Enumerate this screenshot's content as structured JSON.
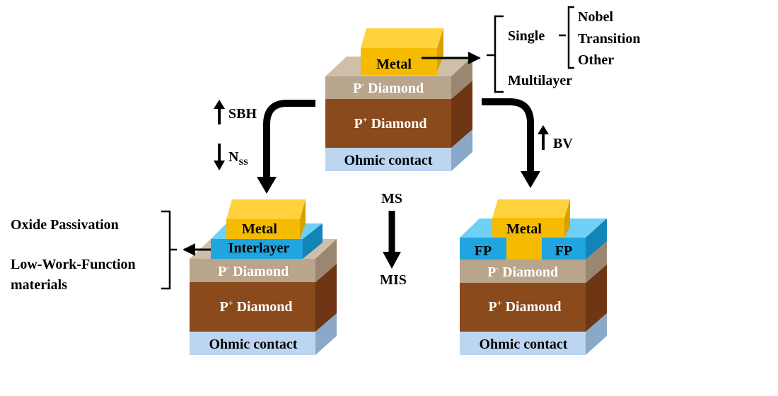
{
  "top_device": {
    "metal": "Metal",
    "p_minus": {
      "prefix": "P",
      "sup": "-",
      "text": " Diamond"
    },
    "p_plus": {
      "prefix": "P",
      "sup": "+",
      "text": " Diamond"
    },
    "ohmic": "Ohmic contact"
  },
  "metal_options": {
    "single": "Single",
    "multilayer": "Multilayer",
    "single_types": [
      "Nobel",
      "Transition",
      "Other"
    ]
  },
  "left_path": {
    "sbh": "SBH",
    "nss": {
      "base": "N",
      "sub": "SS"
    }
  },
  "right_path": {
    "bv": "BV"
  },
  "center": {
    "from": "MS",
    "to": "MIS"
  },
  "left_device": {
    "metal": "Metal",
    "interlayer": "Interlayer",
    "p_minus": {
      "prefix": "P",
      "sup": "-",
      "text": " Diamond"
    },
    "p_plus": {
      "prefix": "P",
      "sup": "+",
      "text": " Diamond"
    },
    "ohmic": "Ohmic contact"
  },
  "interlayer_options": [
    "Oxide Passivation",
    "Low-Work-Function",
    "materials"
  ],
  "right_device": {
    "metal": "Metal",
    "fp_left": "FP",
    "fp_right": "FP",
    "p_minus": {
      "prefix": "P",
      "sup": "-",
      "text": " Diamond"
    },
    "p_plus": {
      "prefix": "P",
      "sup": "+",
      "text": " Diamond"
    },
    "ohmic": "Ohmic contact"
  },
  "colors": {
    "metal": "#f5bb00",
    "p_minus": "#b9a58c",
    "p_plus": "#8b4a1c",
    "ohmic": "#bcd6f2",
    "interlayer": "#1fa5df"
  }
}
